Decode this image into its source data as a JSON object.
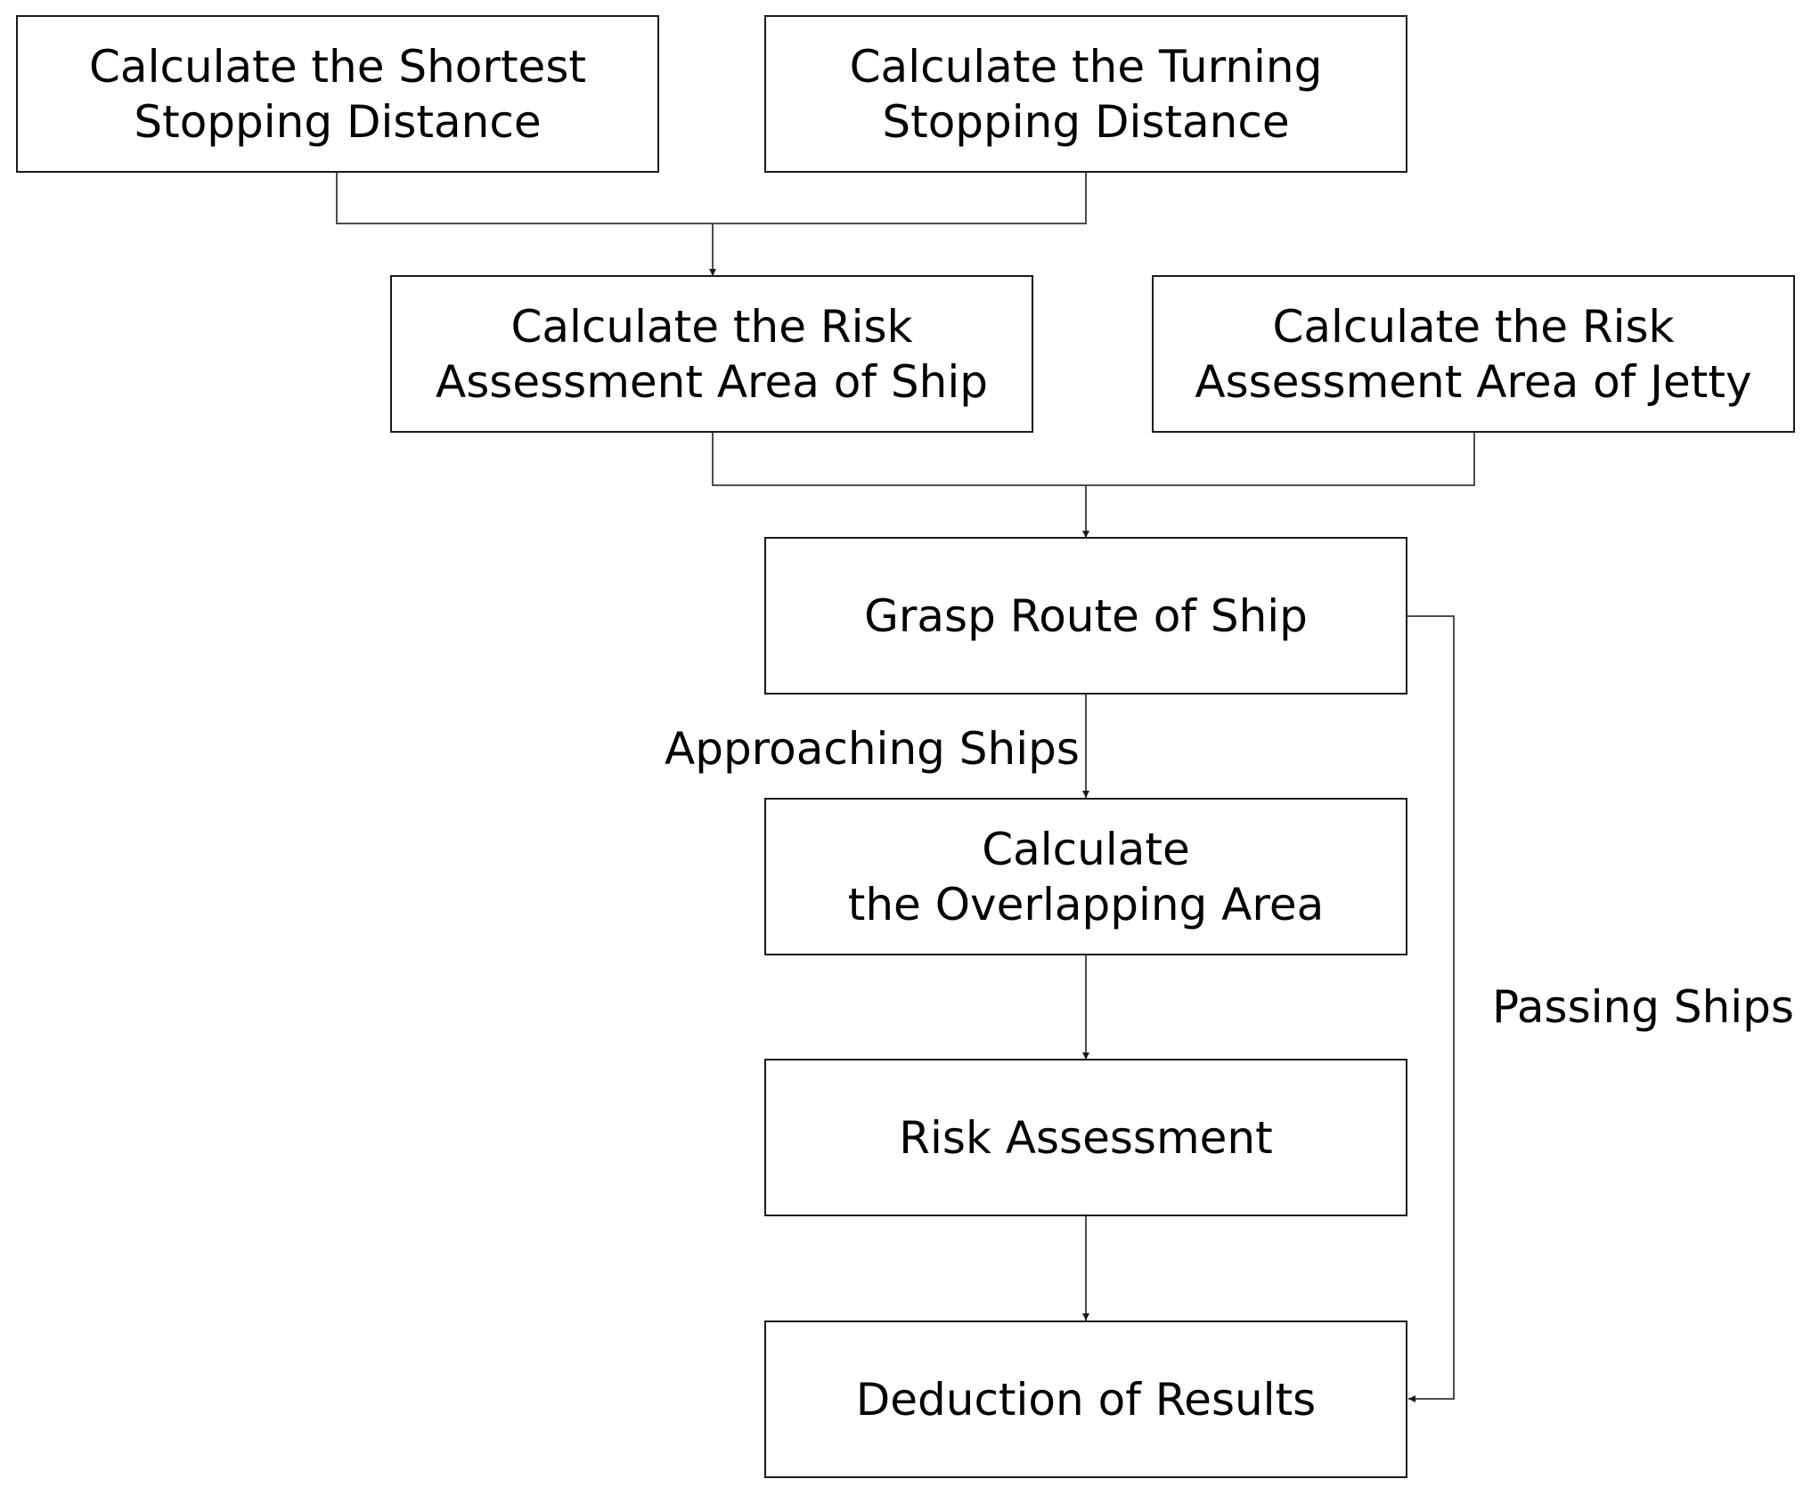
{
  "boxes": {
    "shortest_stopping": [
      "Calculate the Shortest",
      "Stopping Distance"
    ],
    "turning_stopping": [
      "Calculate the Turning",
      "Stopping Distance"
    ],
    "risk_area_ship": [
      "Calculate the Risk",
      "Assessment Area of Ship"
    ],
    "risk_area_jetty": [
      "Calculate the Risk",
      "Assessment Area of Jetty"
    ],
    "grasp_route": [
      "Grasp Route of Ship"
    ],
    "overlapping_area": [
      "Calculate",
      "the Overlapping Area"
    ],
    "risk_assessment": [
      "Risk Assessment"
    ],
    "deduction": [
      "Deduction of Results"
    ]
  },
  "edge_labels": {
    "approaching": "Approaching Ships",
    "passing": "Passing Ships"
  },
  "colors": {
    "box_border": "#1a1a1a",
    "connector": "#4d4d4d",
    "arrowhead": "#1a1a1a"
  }
}
